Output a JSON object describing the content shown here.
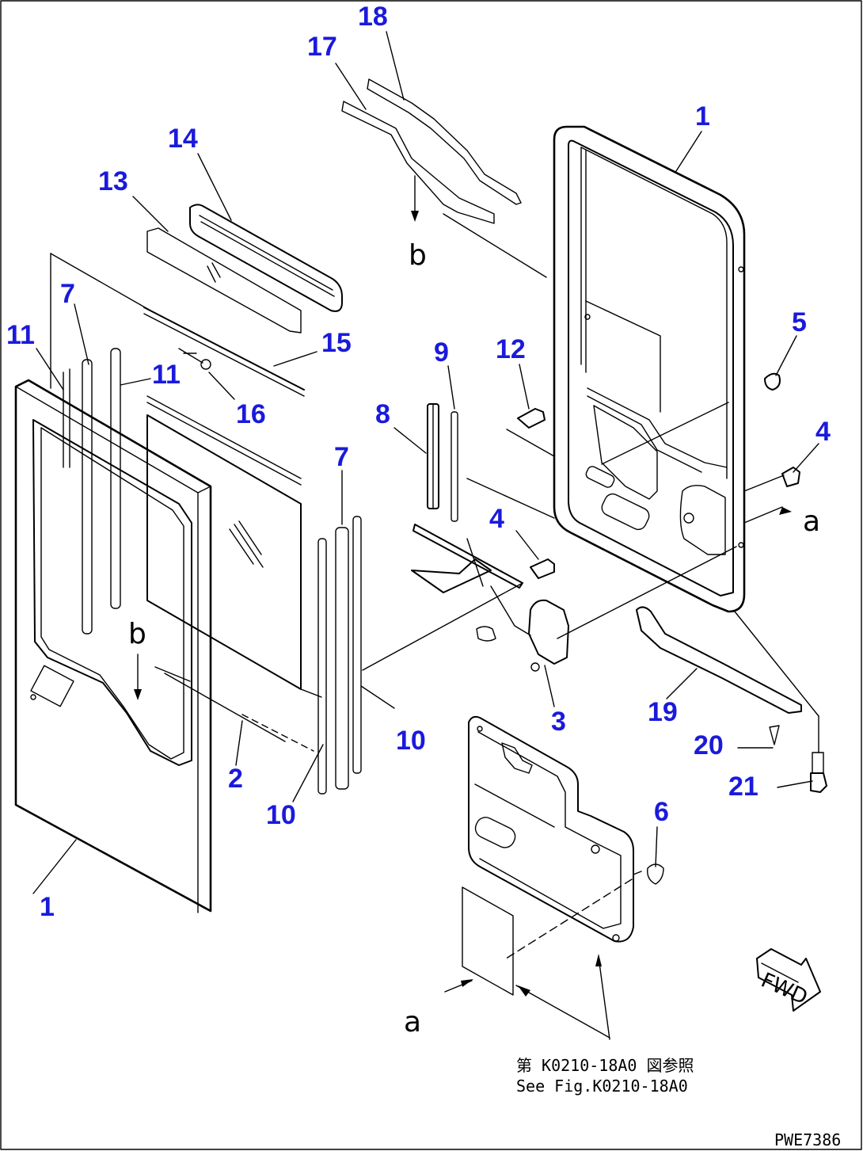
{
  "callouts": [
    "1",
    "1",
    "2",
    "3",
    "4",
    "4",
    "5",
    "6",
    "7",
    "7",
    "8",
    "9",
    "10",
    "10",
    "11",
    "11",
    "12",
    "13",
    "14",
    "15",
    "16",
    "17",
    "18",
    "19",
    "20",
    "21"
  ],
  "reference_letters": [
    "a",
    "a",
    "b",
    "b"
  ],
  "note": {
    "line1": "第 K0210-18A0 図参照",
    "line2": "See Fig.K0210-18A0"
  },
  "fwd_label": "FWD",
  "drawing_code": "PWE7386",
  "colors": {
    "callout": "#1a1adc",
    "line": "#000000",
    "background": "#ffffff"
  }
}
